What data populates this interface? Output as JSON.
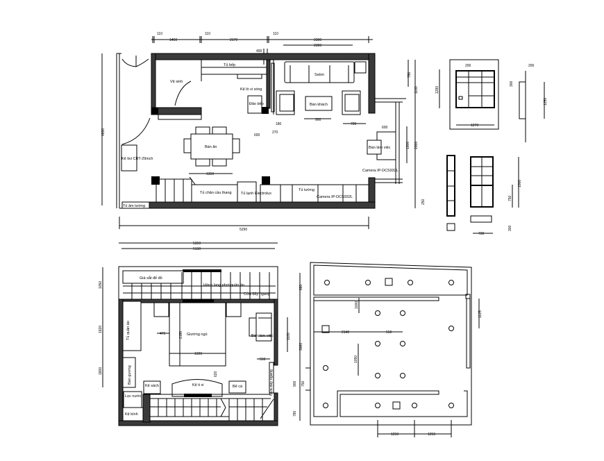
{
  "ground_floor": {
    "rooms": {
      "bathroom": "Vệ sinh",
      "kitchen_cabinet": "Tủ bếp",
      "microwave_shelf": "Kệ lò vi sóng",
      "kitchen_island": "Đảo bếp",
      "sofa": "Salon",
      "coffee_table": "Bàn khách",
      "dining_table": "Bàn ăn",
      "tv_shelf": "Kệ tivi CRT-29inch",
      "desk": "Bàn làm việc",
      "camera_1": "Camera IP-DCS932L",
      "under_stair_cabinet": "Tủ chân cầu thang",
      "fridge": "Tủ lạnh Electrolux",
      "wall_cabinet": "Tủ tường",
      "camera_2": "Camera IP-DCS932L",
      "built_in_cabinet": "Tủ âm tường"
    },
    "dims": {
      "w1": "110",
      "w2": "110",
      "w3": "110",
      "d1460": "1460",
      "d2170": "2170",
      "d2300a": "2300",
      "d2300b": "2300",
      "d400": "400",
      "d180": "180",
      "d270": "270",
      "d600": "600",
      "d1350": "1350",
      "d900": "900",
      "d720": "720",
      "d600b": "600",
      "d5290": "5290",
      "d4890": "4890",
      "d1100": "1100",
      "d750": "750",
      "d1300": "1300",
      "d2000": "2000",
      "d250": "250"
    }
  },
  "details": {
    "d200a": "200",
    "d1290": "1290",
    "d1270": "1270",
    "d200b": "200",
    "d300": "300",
    "d1250": "1250",
    "d1000": "1000",
    "d750": "750",
    "d730": "730",
    "d300b": "300"
  },
  "upper_floor": {
    "rooms": {
      "iron_shelf": "Giá sắt để đồ",
      "drying_corridor": "Hành lang phơi quần áo",
      "sliding_door_1": "Cửa đẩy ngang",
      "wardrobe": "Tủ quần áo",
      "bed": "Giường ngủ",
      "desk": "Bàn làm việc",
      "dressing_table": "Bàn gương",
      "shelf": "Kệ sách",
      "tv_shelf": "Kệ ti vi",
      "aquarium": "Bể cá",
      "sliding_door_2": "Cửa đẩy ngang",
      "water_filter": "Lọc nước",
      "glass_shelf": "Kệ kính"
    },
    "dims": {
      "d5350": "5350",
      "d5130": "5130",
      "d1050": "1050",
      "d1920v": "1920",
      "d1800": "1800",
      "d475": "475",
      "d2150": "2150",
      "d1920": "1920",
      "d550": "550",
      "d1100": "1100",
      "d3980": "3980",
      "d620": "620",
      "d880": "880",
      "d900": "900",
      "d750": "750",
      "d780": "780"
    }
  },
  "ceiling": {
    "dims": {
      "d1000": "1000",
      "d2140": "2140",
      "d550": "550",
      "d1050": "1050",
      "d1125": "1125",
      "d1250a": "1250",
      "d1250b": "1250"
    }
  }
}
